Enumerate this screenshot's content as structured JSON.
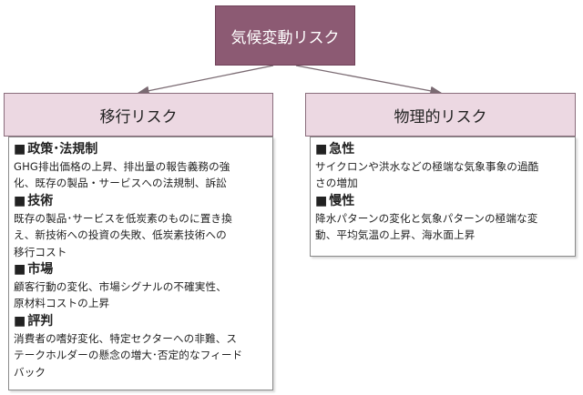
{
  "root": {
    "label": "気候変動リスク"
  },
  "branches": [
    {
      "label": "移行リスク",
      "sections": [
        {
          "title": "政策･法規制",
          "text": "GHG排出価格の上昇、排出量の報告義務の強\n化、既存の製品・サービスへの法規制、訴訟"
        },
        {
          "title": "技術",
          "text": "既存の製品･サービスを低炭素のものに置き換\nえ、新技術への投資の失敗、低炭素技術への\n移行コスト"
        },
        {
          "title": "市場",
          "text": "顧客行動の変化、市場シグナルの不確実性、\n原材料コストの上昇"
        },
        {
          "title": "評判",
          "text": "消費者の嗜好変化、特定セクターへの非難、ス\nテークホルダーの懸念の増大･否定的なフィード\nバック"
        }
      ]
    },
    {
      "label": "物理的リスク",
      "sections": [
        {
          "title": "急性",
          "text": "サイクロンや洪水などの極端な気象事象の過酷\nさの増加"
        },
        {
          "title": "慢性",
          "text": "降水パターンの変化と気象パターンの極端な変\n動、平均気温の上昇、海水面上昇"
        }
      ]
    }
  ],
  "colors": {
    "root_fill": "#8c5a73",
    "branch_header_fill": "#ecd8e2",
    "connector": "#7a6a72"
  }
}
